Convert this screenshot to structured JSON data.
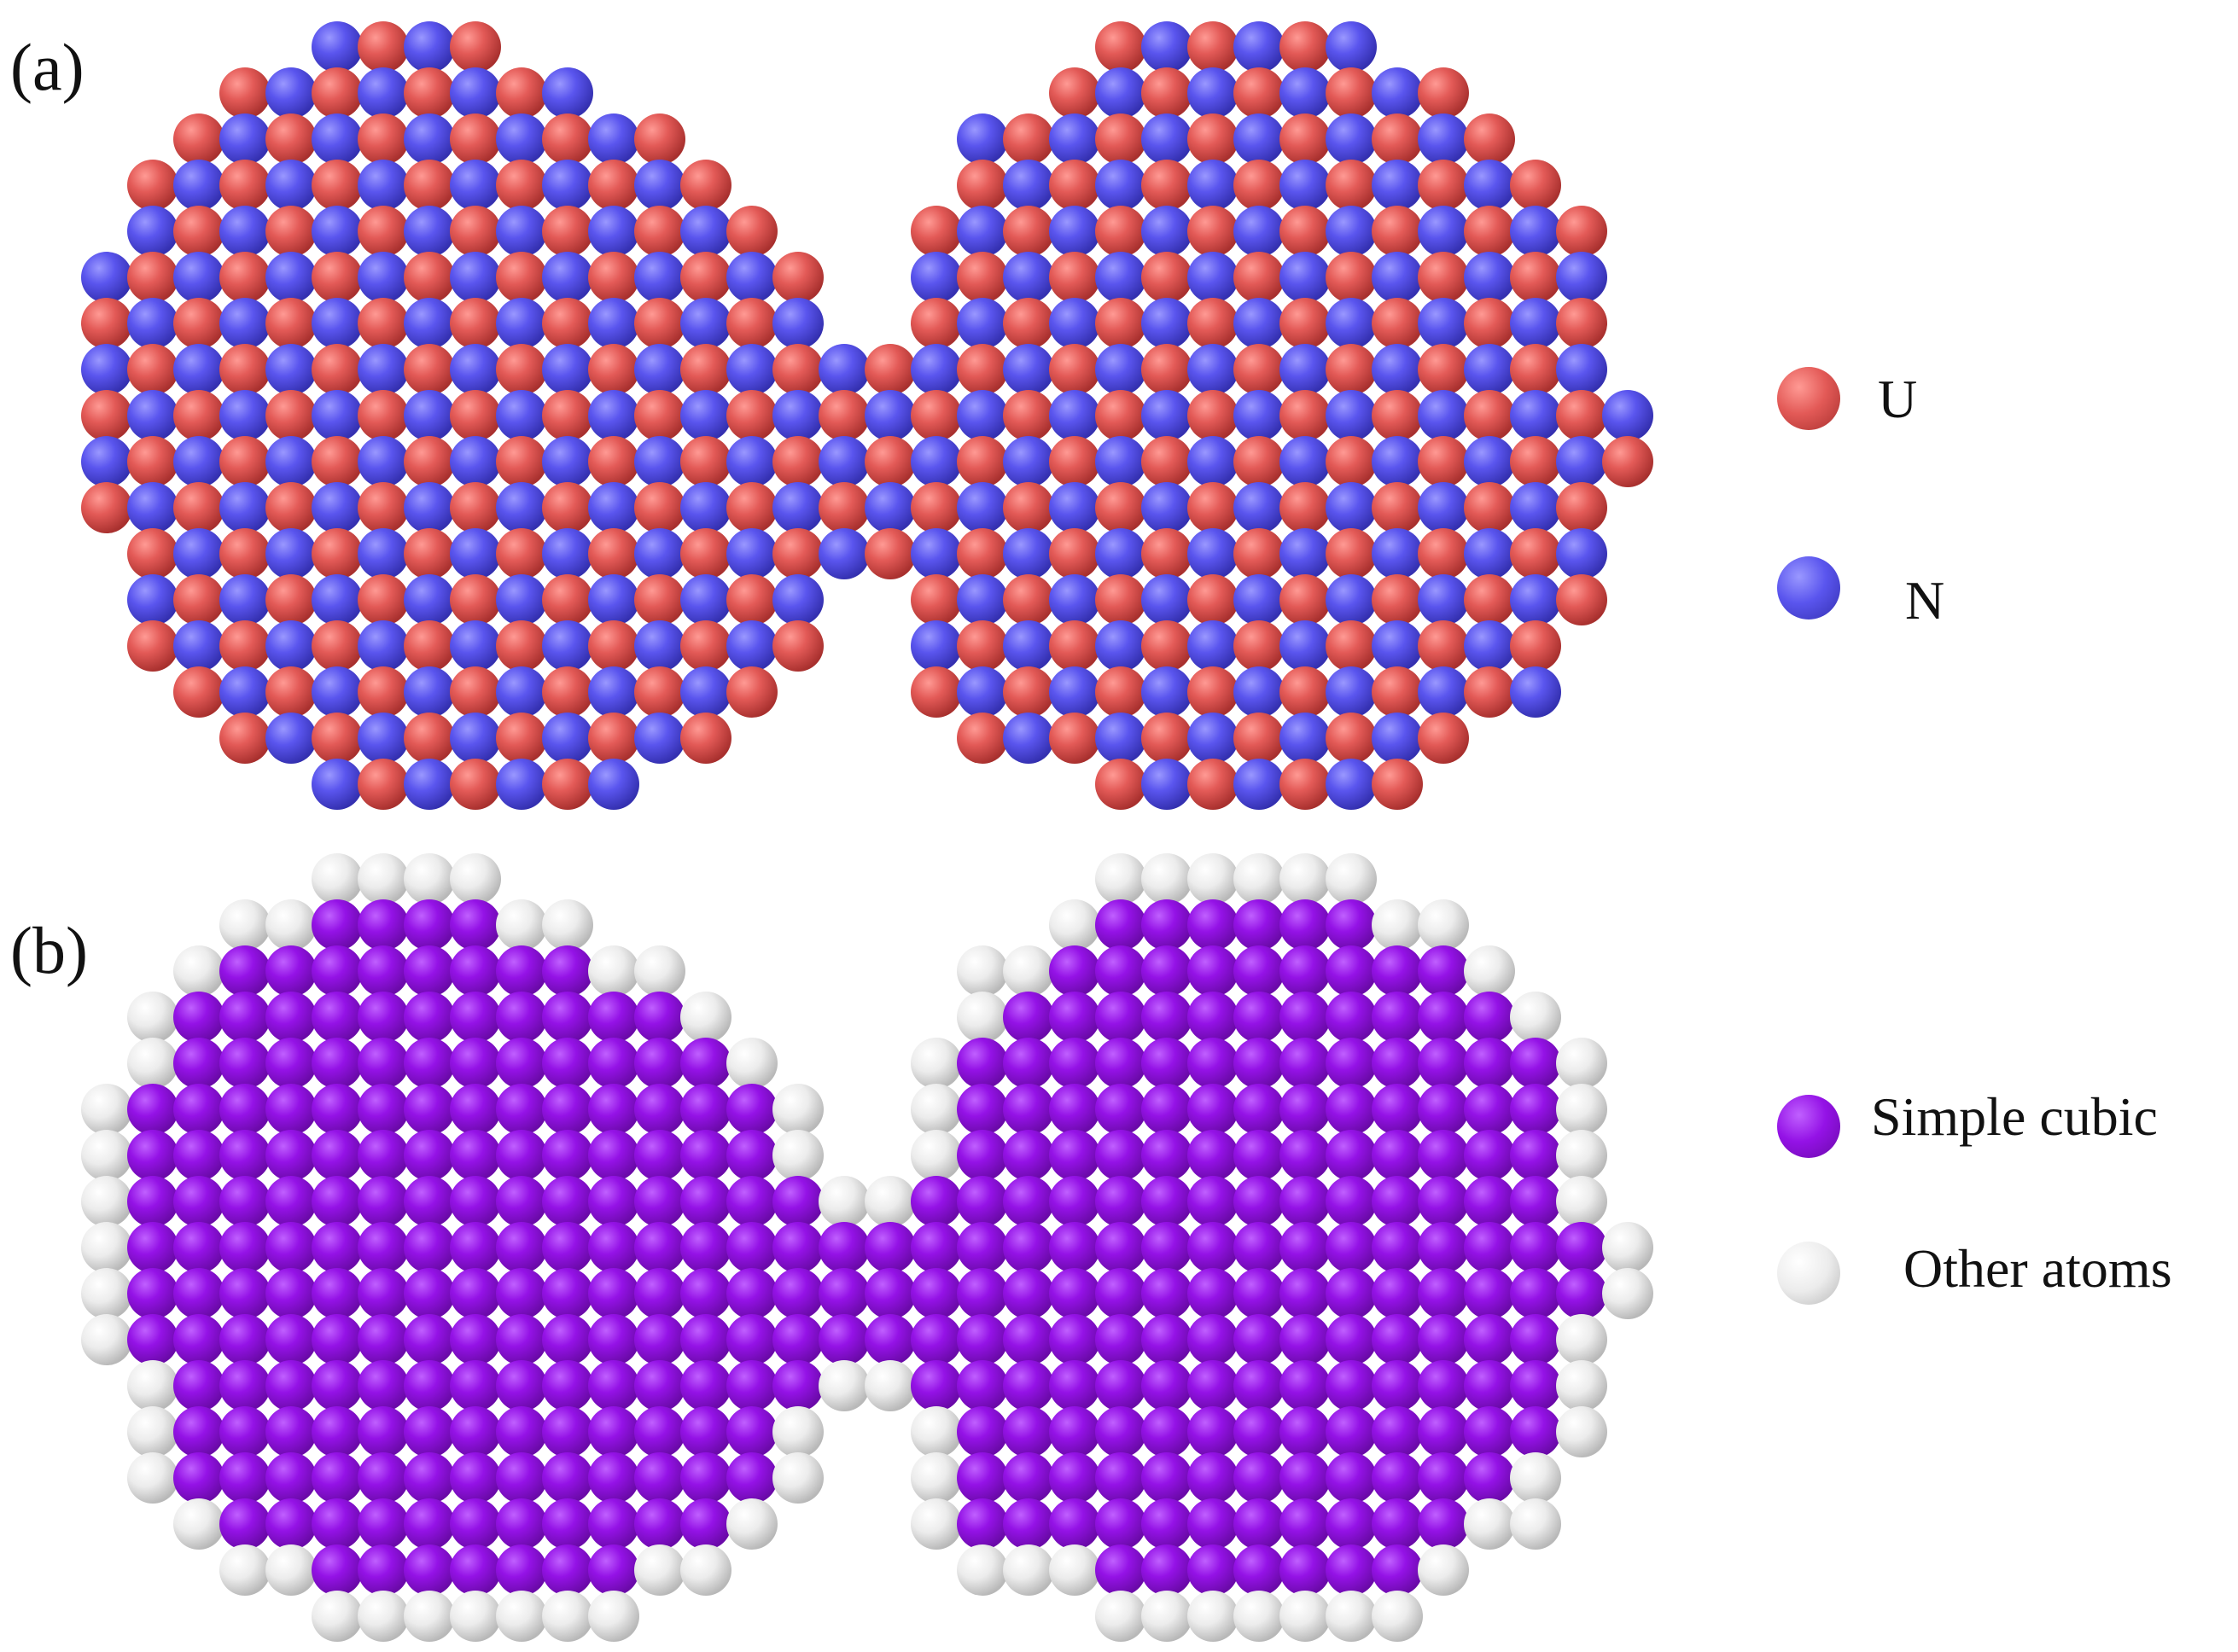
{
  "panels": {
    "a": {
      "label": "(a)",
      "legend": [
        {
          "key": "U",
          "label": "U",
          "color": "#e35a57"
        },
        {
          "key": "N",
          "label": "N",
          "color": "#5a55ee"
        }
      ]
    },
    "b": {
      "label": "(b)",
      "legend": [
        {
          "key": "simple_cubic",
          "label": "Simple cubic",
          "color": "#9412e6"
        },
        {
          "key": "other",
          "label": "Other atoms",
          "color": "#e9e9e9"
        }
      ]
    }
  },
  "colors": {
    "uranium": "#e35a57",
    "nitrogen": "#5a55ee",
    "simple_cubic": "#9412e6",
    "other_atoms": "#e9e9e9"
  }
}
